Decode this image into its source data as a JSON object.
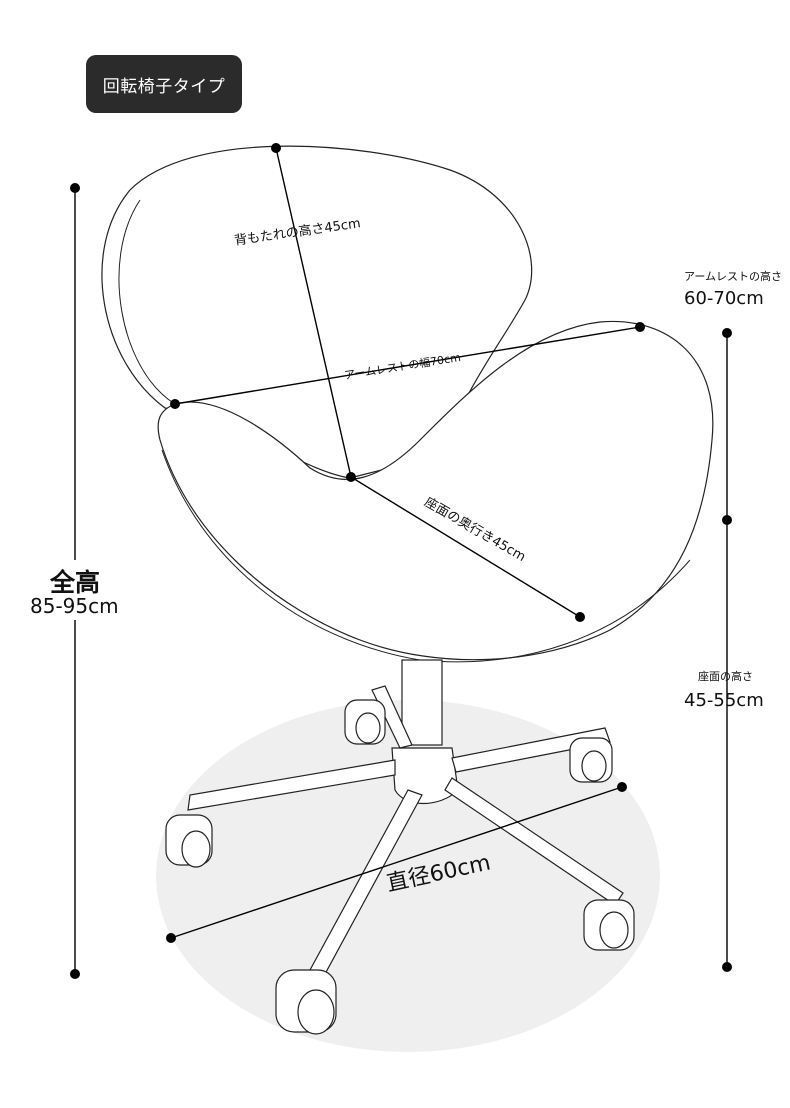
{
  "tag": {
    "label": "回転椅子タイプ"
  },
  "dimensions": {
    "back_height": "背もたれの高さ45cm",
    "arm_width": "アームレストの幅70cm",
    "seat_depth": "座面の奥行き45cm",
    "diameter": "直径60cm",
    "total_height": {
      "title": "全高",
      "value": "85-95cm"
    },
    "armrest_height": {
      "title": "アームレストの高さ",
      "value": "60-70cm"
    },
    "seat_height": {
      "title": "座面の高さ",
      "value": "45-55cm"
    }
  }
}
